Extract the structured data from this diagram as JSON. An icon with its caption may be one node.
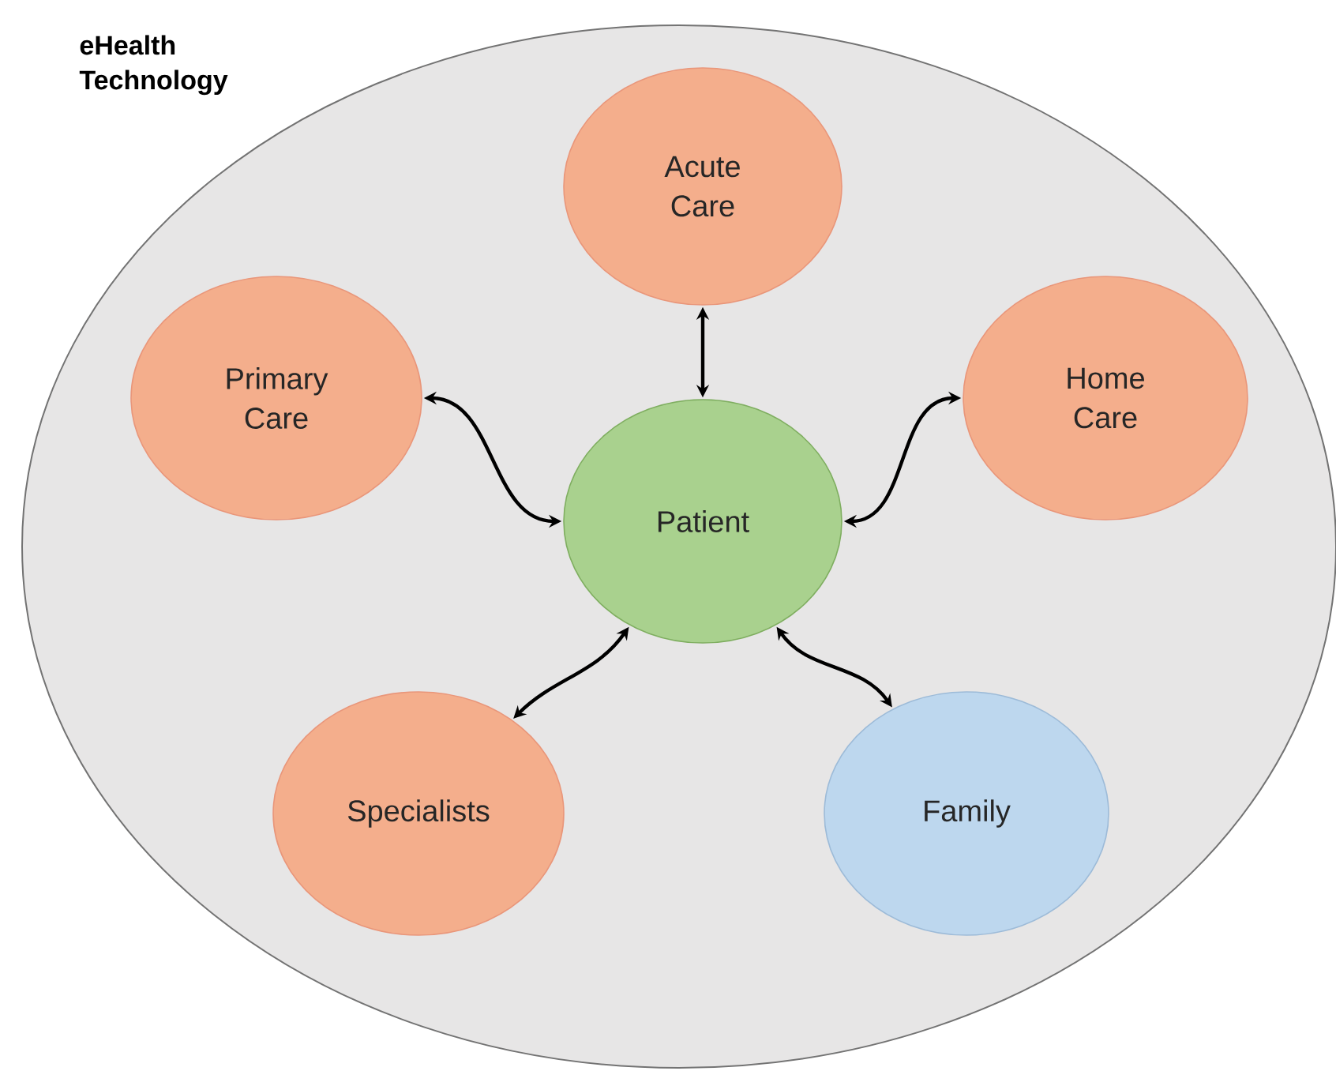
{
  "diagram": {
    "nodes": [
      {
        "text": [
          "eHealth Technology"
        ]
      },
      {
        "text": [
          "Acute Care"
        ],
        "in": 0
      },
      {
        "text": [
          "Primary Care"
        ],
        "in": 0
      },
      {
        "text": [
          "Home Care"
        ],
        "in": 0
      },
      {
        "text": [
          "Patient"
        ],
        "in": 0
      },
      {
        "text": [
          "Specialists"
        ],
        "in": 0
      },
      {
        "text": [
          "Family"
        ],
        "in": 0
      }
    ],
    "edges": [
      {
        "from": 4,
        "to": 1,
        "arrow": "both"
      },
      {
        "from": 4,
        "to": 2,
        "arrow": "both"
      },
      {
        "from": 4,
        "to": 3,
        "arrow": "both"
      },
      {
        "from": 4,
        "to": 5,
        "arrow": "both"
      },
      {
        "from": 4,
        "to": 6,
        "arrow": "both"
      }
    ]
  }
}
